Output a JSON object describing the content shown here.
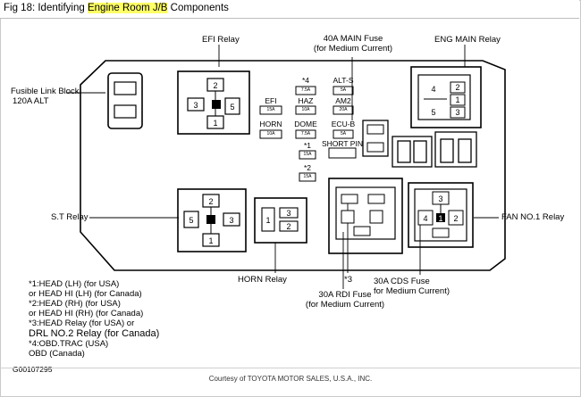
{
  "header": {
    "prefix": "Fig 18: Identifying ",
    "highlight": "Engine Room J/B",
    "suffix": " Components"
  },
  "labels": {
    "efi_relay": "EFI Relay",
    "main_fuse_line1": "40A MAIN Fuse",
    "main_fuse_line2": "(for Medium Current)",
    "eng_main_relay": "ENG MAIN Relay",
    "fusible_link_line1": "Fusible Link Block",
    "fusible_link_line2": "120A ALT",
    "st_relay": "S.T Relay",
    "fan_relay": "FAN NO.1 Relay",
    "horn_relay": "HORN Relay",
    "star3": "*3",
    "rdi_fuse_line1": "30A RDI Fuse",
    "rdi_fuse_line2": "(for Medium Current)",
    "cds_fuse_line1": "30A CDS Fuse",
    "cds_fuse_line2": "for Medium Current)",
    "short_pin": "SHORT PIN"
  },
  "fuses": {
    "efi": {
      "name": "EFI",
      "rating": "15A"
    },
    "horn": {
      "name": "HORN",
      "rating": "10A"
    },
    "star4": {
      "name": "*4",
      "rating": "7.5A"
    },
    "haz": {
      "name": "HAZ",
      "rating": "10A"
    },
    "dome": {
      "name": "DOME",
      "rating": "7.5A"
    },
    "alts": {
      "name": "ALT-S",
      "rating": "5A"
    },
    "am2": {
      "name": "AM2",
      "rating": "20A"
    },
    "ecub": {
      "name": "ECU-B",
      "rating": "5A"
    },
    "star1": {
      "name": "*1",
      "rating": "15A"
    },
    "star2": {
      "name": "*2",
      "rating": "15A"
    }
  },
  "relay_pins": {
    "efi": [
      "2",
      "3",
      "5",
      "1"
    ],
    "st": [
      "2",
      "5",
      "3",
      "1"
    ],
    "eng_main": [
      "4",
      "2",
      "1",
      "5",
      "3"
    ],
    "horn": [
      "1",
      "3",
      "2"
    ],
    "fan": [
      "3",
      "4",
      "1",
      "2"
    ]
  },
  "notes": [
    "*1:HEAD (LH) (for USA)",
    "   or HEAD HI (LH) (for Canada)",
    "*2:HEAD (RH) (for USA)",
    "   or HEAD HI (RH) (for Canada)",
    "*3:HEAD Relay (for USA) or",
    "   DRL NO.2 Relay (for Canada)",
    "*4:OBD.TRAC (USA)",
    "   OBD (Canada)"
  ],
  "figure_code": "G00107295",
  "courtesy": "Courtesy of TOYOTA MOTOR SALES, U.S.A., INC."
}
